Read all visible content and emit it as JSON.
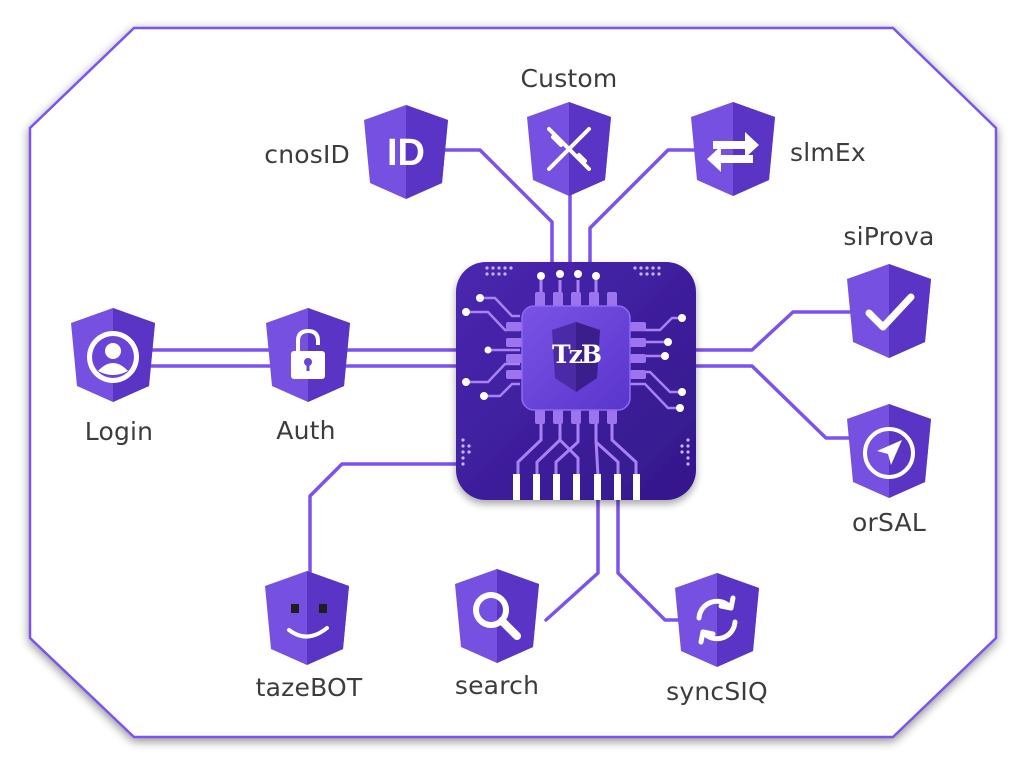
{
  "diagram": {
    "chip_logo": "TzB",
    "modules": [
      {
        "id": "cnosid",
        "label": "cnosID",
        "icon": "id-badge-icon"
      },
      {
        "id": "custom",
        "label": "Custom",
        "icon": "ruler-pencil-icon"
      },
      {
        "id": "slmex",
        "label": "slmEx",
        "icon": "swap-arrows-icon"
      },
      {
        "id": "siprova",
        "label": "siProva",
        "icon": "checkmark-icon"
      },
      {
        "id": "orsal",
        "label": "orSAL",
        "icon": "compass-icon"
      },
      {
        "id": "login",
        "label": "Login",
        "icon": "user-icon"
      },
      {
        "id": "auth",
        "label": "Auth",
        "icon": "padlock-icon"
      },
      {
        "id": "tazebot",
        "label": "tazeBOT",
        "icon": "robot-face-icon"
      },
      {
        "id": "search",
        "label": "search",
        "icon": "magnifier-icon"
      },
      {
        "id": "syncsiq",
        "label": "syncSIQ",
        "icon": "sync-icon"
      }
    ]
  },
  "colors": {
    "accent": "#7B52EE",
    "shield_light": "#7A52E0",
    "shield_dark": "#5A33C2",
    "chip_dark": "#3E1E9E",
    "chip_core": "#6A42DA",
    "trace_light": "#B18CF5",
    "label_text": "#3c3c3c"
  }
}
